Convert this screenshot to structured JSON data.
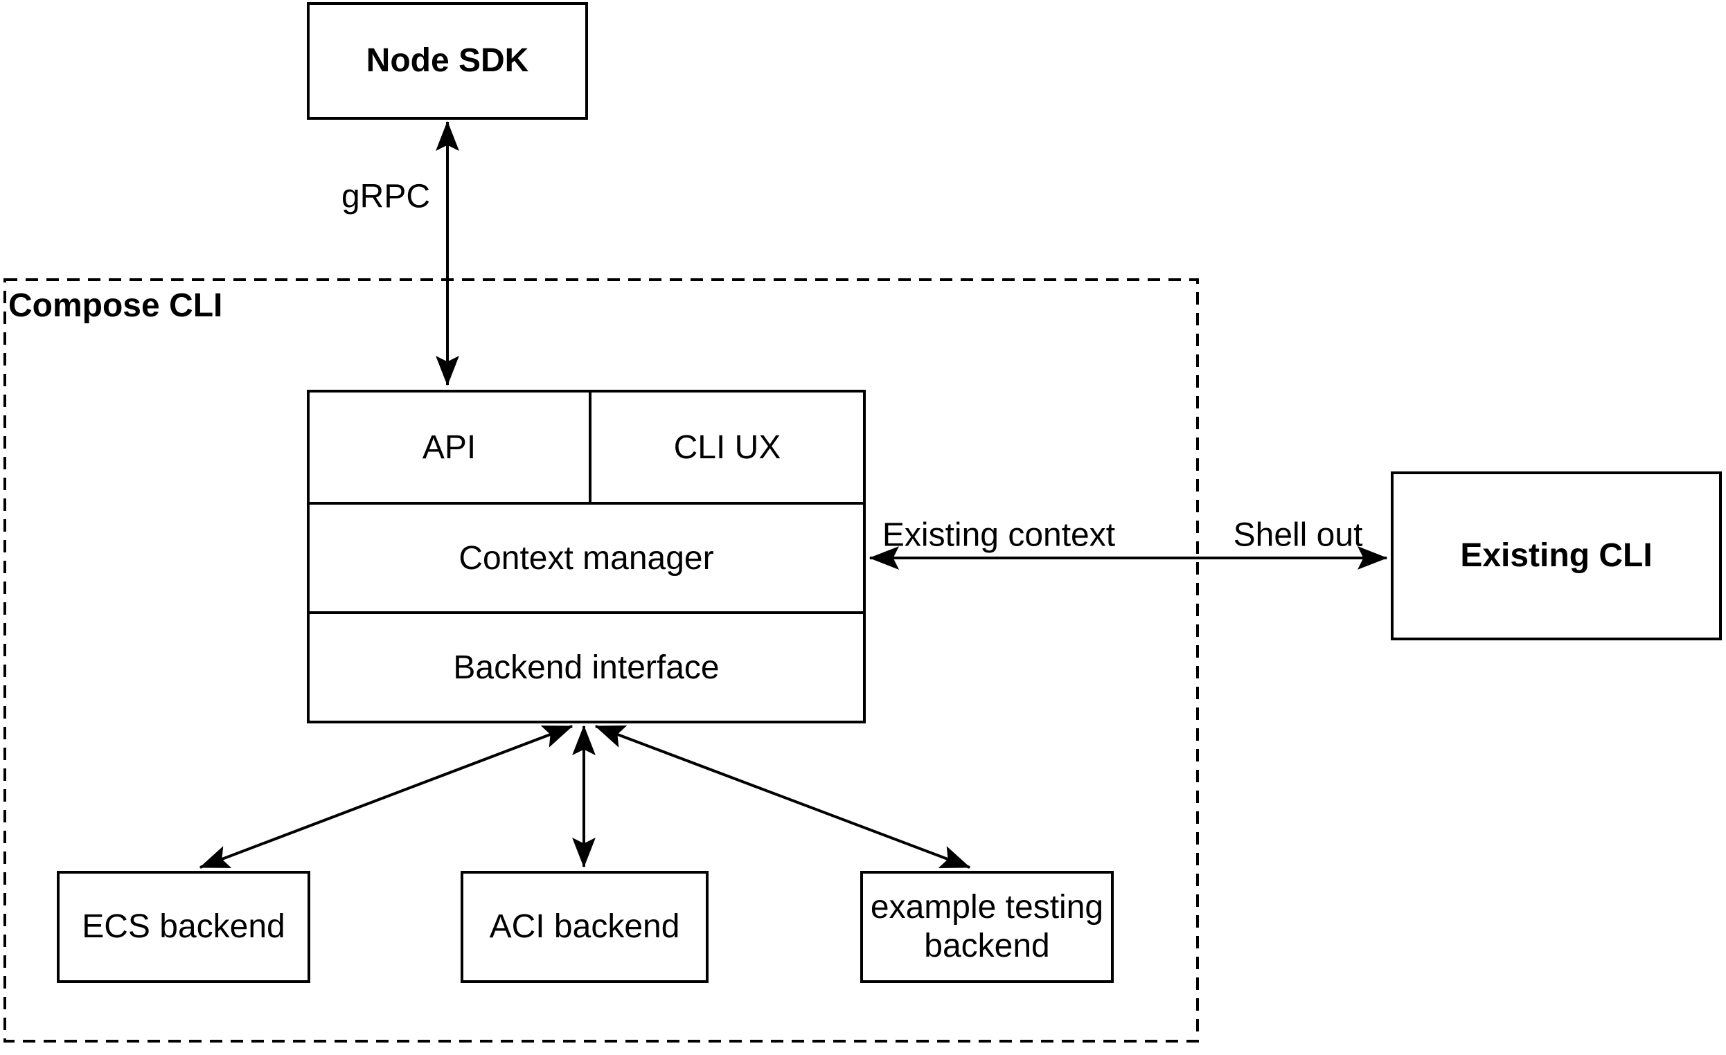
{
  "canvas": {
    "background": "#ffffff",
    "ink": "#000000"
  },
  "group": {
    "label": "Compose CLI"
  },
  "boxes": {
    "node_sdk": {
      "label": "Node SDK"
    },
    "existing_cli": {
      "label": "Existing CLI"
    },
    "ecs_backend": {
      "label": "ECS backend"
    },
    "aci_backend": {
      "label": "ACI backend"
    },
    "example_testing_backend": {
      "label": "example testing backend"
    }
  },
  "stack": {
    "api": {
      "label": "API"
    },
    "cli_ux": {
      "label": "CLI UX"
    },
    "context_manager": {
      "label": "Context manager"
    },
    "backend_interface": {
      "label": "Backend interface"
    }
  },
  "edge_labels": {
    "grpc": "gRPC",
    "existing_context": "Existing context",
    "shell_out": "Shell out"
  }
}
